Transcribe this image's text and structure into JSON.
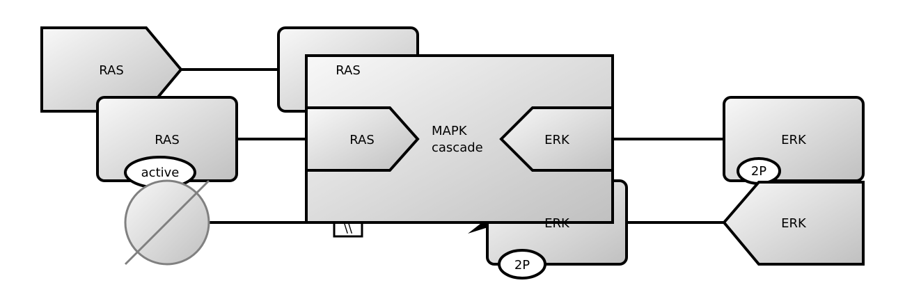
{
  "nodes": {
    "ras_tag": "RAS",
    "ras_back": "RAS",
    "ras_active": "RAS",
    "ras_active_state": "active",
    "complex_label_line1": "MAPK",
    "complex_label_line2": "cascade",
    "complex_ras": "RAS",
    "complex_erk": "ERK",
    "erk_back": "ERK",
    "erk_back_state": "2P",
    "erk_right": "ERK",
    "erk_right_state": "2P",
    "erk_tag": "ERK",
    "process_mark": "\\\\"
  },
  "colors": {
    "stroke": "#000000",
    "fill_light": "#f8f8f8",
    "fill_dark": "#c0c0c0",
    "sink_stroke": "#808080"
  }
}
